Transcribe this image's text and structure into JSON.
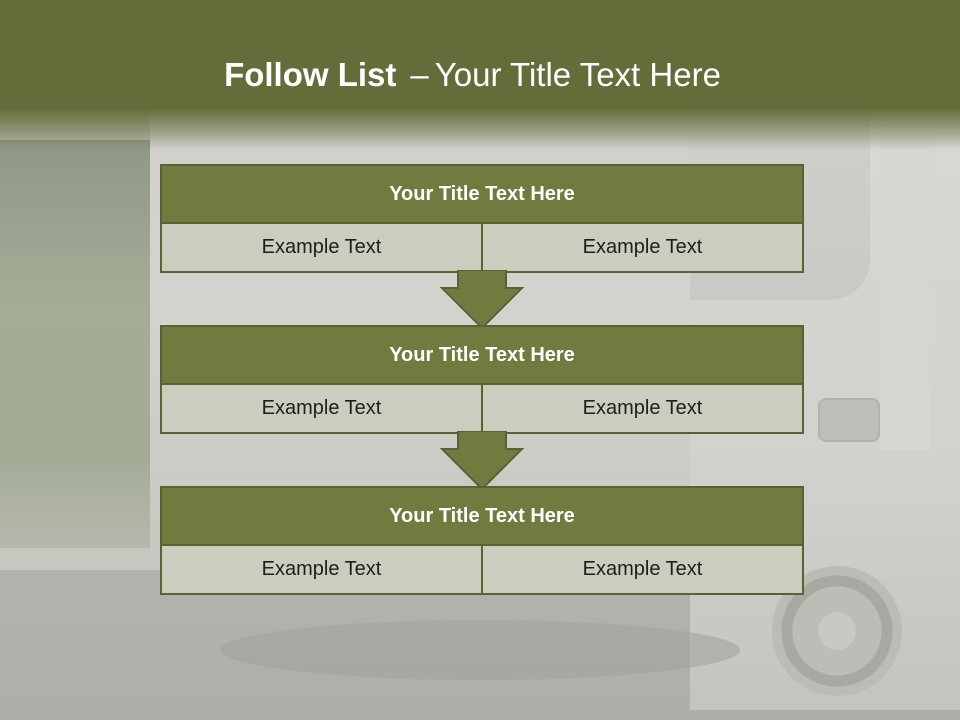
{
  "slide": {
    "title_bold": "Follow List",
    "title_dash": "–",
    "title_rest": "Your Title Text Here"
  },
  "steps": [
    {
      "title": "Your Title Text Here",
      "left_text": "Example Text",
      "right_text": "Example Text"
    },
    {
      "title": "Your Title Text Here",
      "left_text": "Example Text",
      "right_text": "Example Text"
    },
    {
      "title": "Your Title Text Here",
      "left_text": "Example Text",
      "right_text": "Example Text"
    }
  ],
  "colors": {
    "header_band": "#656c3a",
    "box_title": "#737a3f",
    "box_cell": "#cbcdbf",
    "arrow": "#737a3f"
  }
}
